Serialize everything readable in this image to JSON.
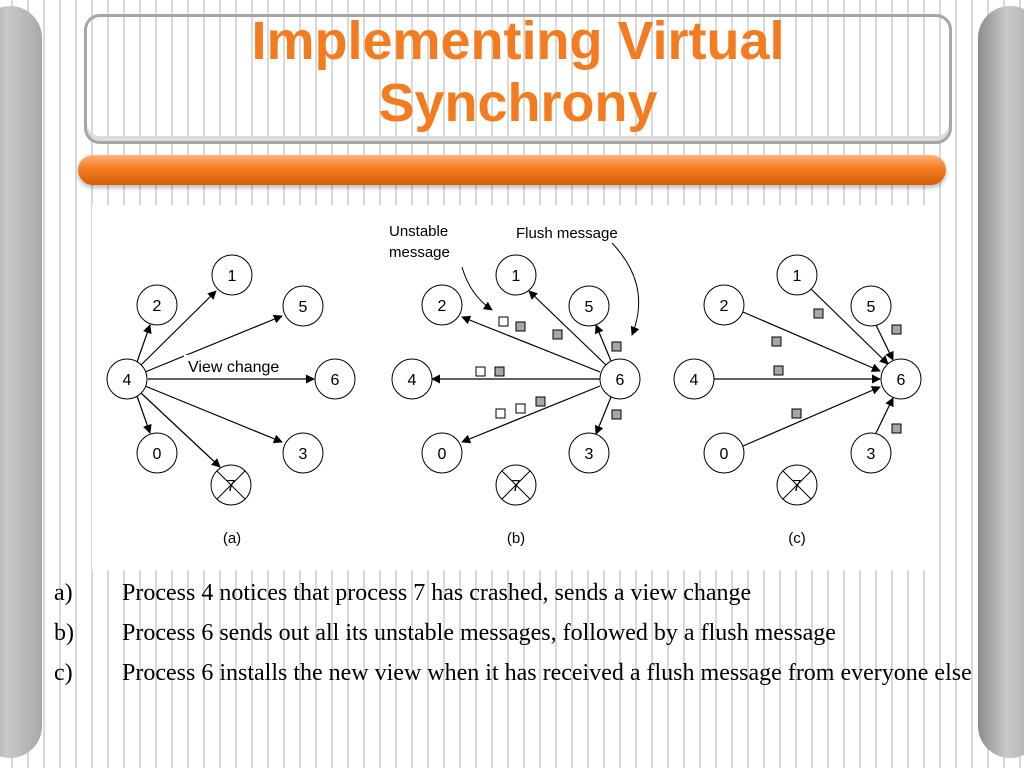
{
  "slide": {
    "title_line1": "Implementing Virtual",
    "title_line2": "Synchrony"
  },
  "colors": {
    "title": "#f47c20",
    "accent_bar": "#f47c20",
    "message_box": "#a6a6a6"
  },
  "diagram": {
    "panels": [
      {
        "label": "(a)",
        "nodes": [
          "1",
          "2",
          "5",
          "4",
          "6",
          "0",
          "3",
          "7"
        ],
        "crashed_node": "7",
        "edge_label": "View change"
      },
      {
        "label": "(b)",
        "nodes": [
          "1",
          "2",
          "5",
          "4",
          "6",
          "0",
          "3",
          "7"
        ],
        "crashed_node": "7",
        "annotation_unstable_line1": "Unstable",
        "annotation_unstable_line2": "message",
        "annotation_flush": "Flush message"
      },
      {
        "label": "(c)",
        "nodes": [
          "1",
          "2",
          "5",
          "4",
          "6",
          "0",
          "3",
          "7"
        ],
        "crashed_node": "7"
      }
    ]
  },
  "captions": [
    {
      "label": "a)",
      "text": "Process 4 notices that process 7 has crashed, sends a view change"
    },
    {
      "label": "b)",
      "text": "Process 6 sends out all its unstable messages, followed by a flush message"
    },
    {
      "label": "c)",
      "text": "Process 6 installs the new view when it has received a flush message from everyone else"
    }
  ]
}
